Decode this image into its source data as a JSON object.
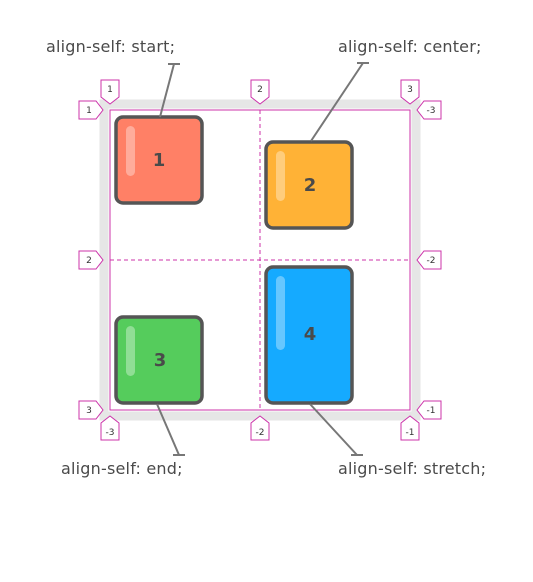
{
  "labels": {
    "top_left": "align-self: start;",
    "top_right": "align-self: center;",
    "bottom_left": "align-self: end;",
    "bottom_right": "align-self: stretch;"
  },
  "items": [
    {
      "number": "1",
      "color": "#ff8066"
    },
    {
      "number": "2",
      "color": "#ffb236"
    },
    {
      "number": "3",
      "color": "#55cc5c"
    },
    {
      "number": "4",
      "color": "#15aaff"
    }
  ],
  "line_markers": {
    "top": [
      "1",
      "2",
      "3"
    ],
    "bottom": [
      "-3",
      "-2",
      "-1"
    ],
    "left": [
      "1",
      "2",
      "3"
    ],
    "right": [
      "-3",
      "-2",
      "-1"
    ]
  },
  "colors": {
    "grid_line": "#cc33aa",
    "container_border": "#e6e6e6",
    "item_border": "#555555",
    "text": "#4a4a4a"
  }
}
